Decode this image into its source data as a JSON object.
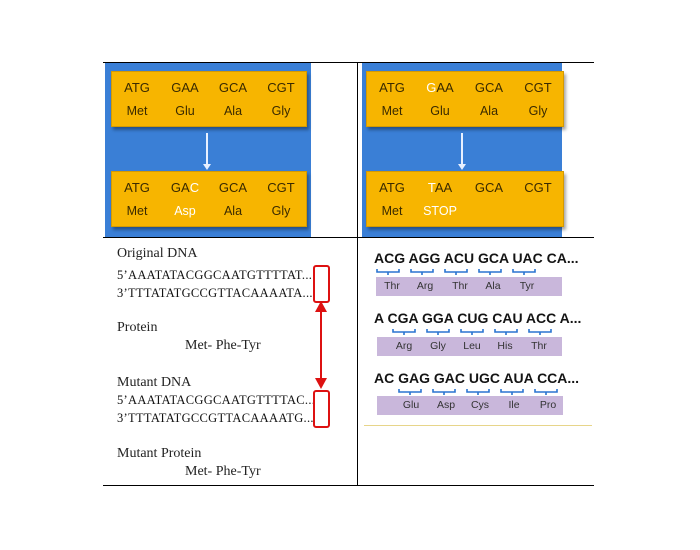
{
  "top_left": {
    "original": {
      "codons": [
        "ATG",
        "GAA",
        "GCA",
        "CGT"
      ],
      "aminoacids": [
        "Met",
        "Glu",
        "Ala",
        "Gly"
      ]
    },
    "mutant": {
      "codons": [
        "ATG",
        "GA",
        "C",
        "GCA",
        "CGT"
      ],
      "aminoacids": [
        "Met",
        "Asp",
        "Ala",
        "Gly"
      ]
    }
  },
  "top_right": {
    "original": {
      "codons": [
        "ATG",
        "G",
        "AA",
        "GCA",
        "CGT"
      ],
      "aminoacids": [
        "Met",
        "Glu",
        "Ala",
        "Gly"
      ]
    },
    "mutant": {
      "codons": [
        "ATG",
        "T",
        "AA",
        "GCA",
        "CGT"
      ],
      "aminoacids": [
        "Met",
        "STOP"
      ]
    }
  },
  "dna": {
    "original_label": "Original DNA",
    "original_5": "5’AAATATACGGCAATGTTTTAT...",
    "original_3": "3’TTTATATGCCGTTACAAAATA...",
    "protein_label": "Protein",
    "protein_seq": "Met- Phe-Tyr",
    "mutant_label": "Mutant DNA",
    "mutant_5": "5’AAATATACGGCAATGTTTTAC...",
    "mutant_3": "3’TTTATATGCCGTTACAAAATG...",
    "mutant_protein_label": "Mutant Protein",
    "mutant_protein_seq": "Met- Phe-Tyr",
    "box_color": "#dd1111"
  },
  "frames": [
    {
      "codons": "ACG AGG ACU GCA UAC CA...",
      "aminoacids": [
        "Thr",
        "Arg",
        "Thr",
        "Ala",
        "Tyr"
      ]
    },
    {
      "codons": "A CGA GGA CUG CAU ACC A...",
      "aminoacids": [
        "Arg",
        "Gly",
        "Leu",
        "His",
        "Thr"
      ]
    },
    {
      "codons": "AC GAG GAC UGC AUA CCA...",
      "aminoacids": [
        "Glu",
        "Asp",
        "Cys",
        "Ile",
        "Pro"
      ]
    }
  ],
  "colors": {
    "panel_blue": "#3a7fd6",
    "codon_yellow": "#f7b500",
    "aa_bar": "#c9b7db",
    "bracket_blue": "#2a74d0"
  }
}
